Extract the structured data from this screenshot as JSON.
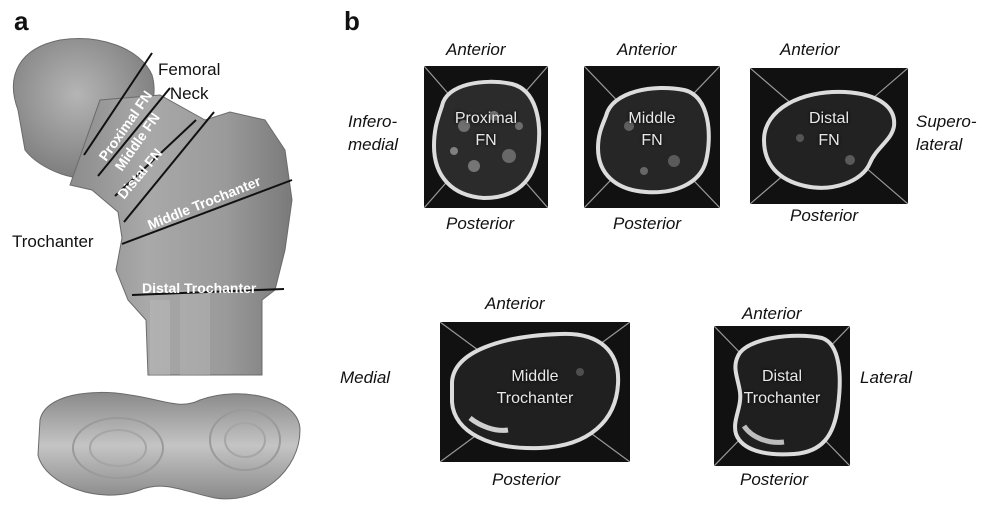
{
  "panel_a": {
    "letter": "a",
    "femoral_neck_label": "Femoral\nNeck",
    "trochanter_label": "Trochanter",
    "segments": {
      "proximal_fn": "Proximal FN",
      "middle_fn": "Middle FN",
      "distal_fn": "Distal FN",
      "middle_trochanter": "Middle Trochanter",
      "distal_trochanter": "Distal Trochanter"
    }
  },
  "panel_b": {
    "letter": "b",
    "top_row": {
      "left_side_label": "Infero-\nmedial",
      "right_side_label": "Supero-\nlateral",
      "sections": [
        {
          "top": "Anterior",
          "bottom": "Posterior",
          "name": "Proximal\nFN"
        },
        {
          "top": "Anterior",
          "bottom": "Posterior",
          "name": "Middle\nFN"
        },
        {
          "top": "Anterior",
          "bottom": "Posterior",
          "name": "Distal\nFN"
        }
      ]
    },
    "bottom_row": {
      "left_side_label": "Medial",
      "right_side_label": "Lateral",
      "sections": [
        {
          "top": "Anterior",
          "bottom": "Posterior",
          "name": "Middle\nTrochanter"
        },
        {
          "top": "Anterior",
          "bottom": "Posterior",
          "name": "Distal\nTrochanter"
        }
      ]
    }
  }
}
